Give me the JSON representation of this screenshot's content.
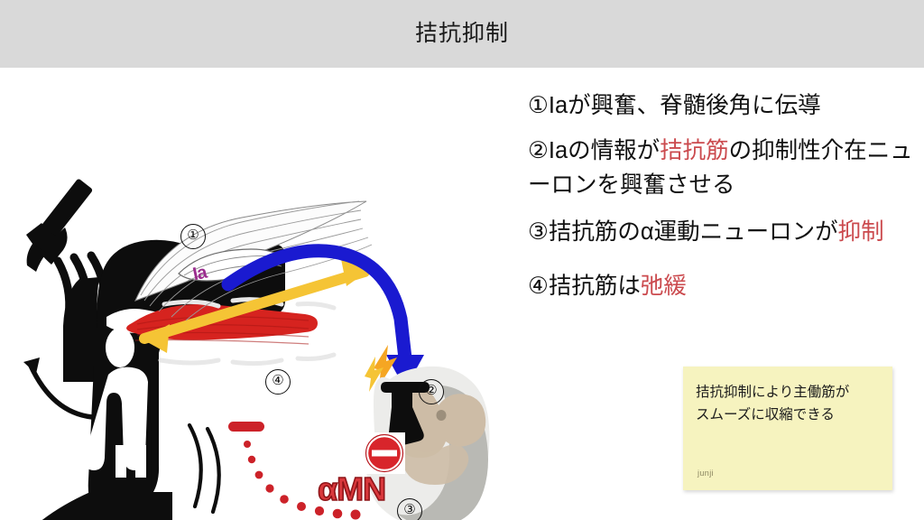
{
  "header": {
    "title": "拮抗抑制",
    "background_color": "#d9d9d9"
  },
  "colors": {
    "highlight_red": "#cb4a4e",
    "afferent_arrow_blue": "#1a1ad0",
    "efferent_arrow_yellow": "#f5c435",
    "muscle_red": "#d6231f",
    "inhibition_red": "#cc2229",
    "spindle_label_purple": "#9b2d8e",
    "sticky_note_yellow": "#f6f3bf"
  },
  "steps": [
    {
      "id": "step-1",
      "parts": [
        {
          "text": "①Iaが興奮、脊髄後角に伝導",
          "highlight": false
        }
      ]
    },
    {
      "id": "step-2",
      "parts": [
        {
          "text": "②Iaの情報が",
          "highlight": false
        },
        {
          "text": "拮抗筋",
          "highlight": true
        },
        {
          "text": "の抑制性介在ニューロンを興奮させる",
          "highlight": false
        }
      ]
    },
    {
      "id": "step-3",
      "parts": [
        {
          "text": "③拮抗筋のα運動ニューロンが",
          "highlight": false
        },
        {
          "text": "抑制",
          "highlight": true
        }
      ]
    },
    {
      "id": "step-4",
      "parts": [
        {
          "text": "④拮抗筋は",
          "highlight": false
        },
        {
          "text": "弛緩",
          "highlight": true
        }
      ]
    }
  ],
  "sticky_note": {
    "text": "拮抗抑制により主働筋が\nスムーズに収縮できる",
    "signature": "junji"
  },
  "illustration": {
    "markers": {
      "one": "①",
      "two": "②",
      "three": "③",
      "four": "④"
    },
    "labels": {
      "spindle_afferent": "Ia",
      "alpha_motor_neuron": "αMN"
    },
    "icon_names": [
      "reflex-hammer-icon",
      "leg-silhouette-icon",
      "muscle-spindle-icon",
      "antagonist-muscle-icon",
      "blue-afferent-arrow-icon",
      "yellow-stretch-arrow-icon",
      "spinal-cord-cross-section-icon",
      "interneuron-icon",
      "no-entry-icon",
      "lightning-icon",
      "red-dotted-inhibited-pathway-icon",
      "motion-lines-icon"
    ]
  }
}
